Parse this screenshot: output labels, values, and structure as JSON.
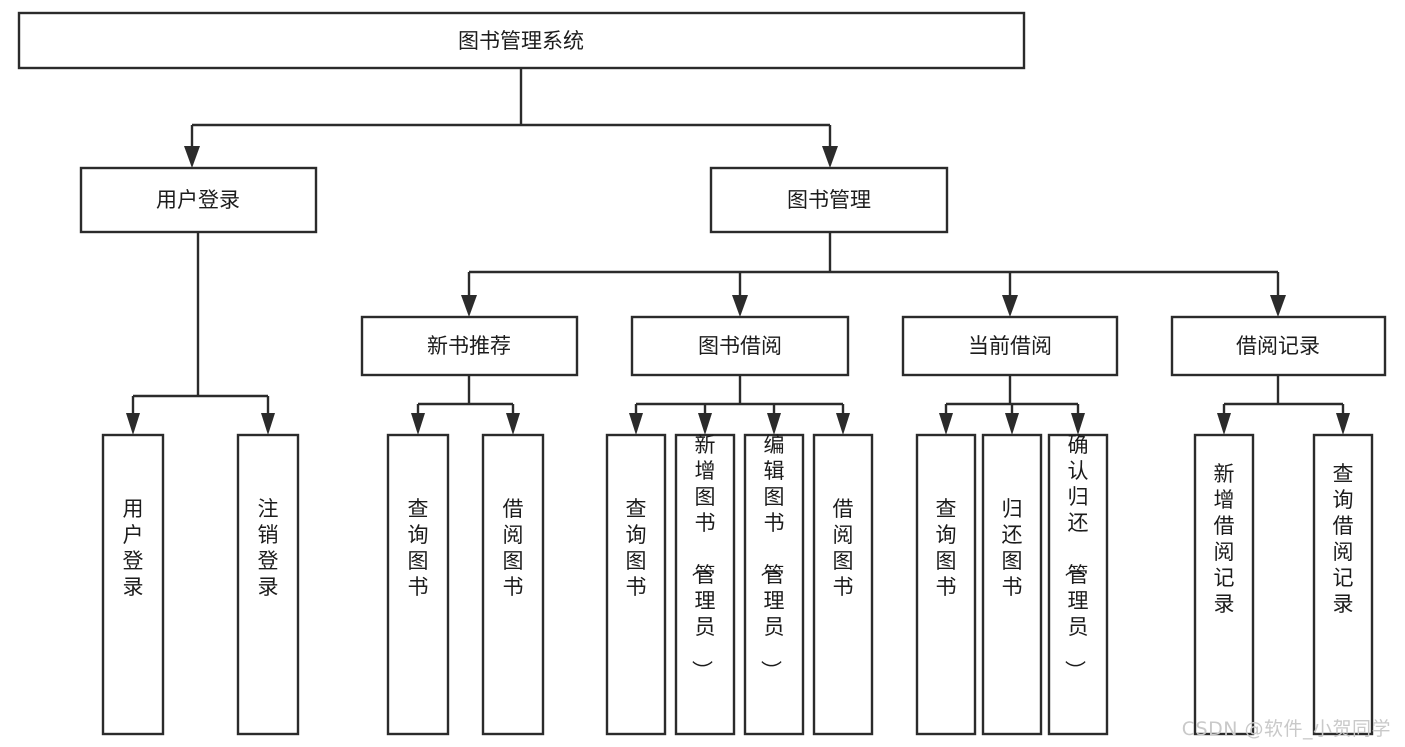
{
  "diagram": {
    "title_node": {
      "label": "图书管理系统"
    },
    "level2": [
      {
        "id": "user-login",
        "label": "用户登录"
      },
      {
        "id": "book-manage",
        "label": "图书管理"
      }
    ],
    "level3": [
      {
        "id": "new-book-rec",
        "label": "新书推荐"
      },
      {
        "id": "book-borrow",
        "label": "图书借阅"
      },
      {
        "id": "current-borrow",
        "label": "当前借阅"
      },
      {
        "id": "borrow-record",
        "label": "借阅记录"
      }
    ],
    "leaves": [
      {
        "id": "leaf-user-login",
        "label": "用户登录",
        "parent": "user-login"
      },
      {
        "id": "leaf-user-logout",
        "label": "注销登录",
        "parent": "user-login"
      },
      {
        "id": "leaf-query-book-1",
        "label": "查询图书",
        "parent": "new-book-rec"
      },
      {
        "id": "leaf-borrow-book-1",
        "label": "借阅图书",
        "parent": "new-book-rec"
      },
      {
        "id": "leaf-query-book-2",
        "label": "查询图书",
        "parent": "book-borrow"
      },
      {
        "id": "leaf-add-book",
        "label": "新增图书（管理员）",
        "parent": "book-borrow"
      },
      {
        "id": "leaf-edit-book",
        "label": "编辑图书（管理员）",
        "parent": "book-borrow"
      },
      {
        "id": "leaf-borrow-book-2",
        "label": "借阅图书",
        "parent": "book-borrow"
      },
      {
        "id": "leaf-query-book-3",
        "label": "查询图书",
        "parent": "current-borrow"
      },
      {
        "id": "leaf-return-book",
        "label": "归还图书",
        "parent": "current-borrow"
      },
      {
        "id": "leaf-confirm-return",
        "label": "确认归还（管理员）",
        "parent": "current-borrow"
      },
      {
        "id": "leaf-add-record",
        "label": "新增借阅记录",
        "parent": "borrow-record"
      },
      {
        "id": "leaf-query-record",
        "label": "查询借阅记录",
        "parent": "borrow-record"
      }
    ]
  },
  "watermark": {
    "text": "CSDN @软件_小贺同学"
  },
  "colors": {
    "stroke": "#2b2b2b",
    "fill": "#ffffff",
    "text": "#1c1c1c",
    "watermark": "#c9c9c9"
  }
}
